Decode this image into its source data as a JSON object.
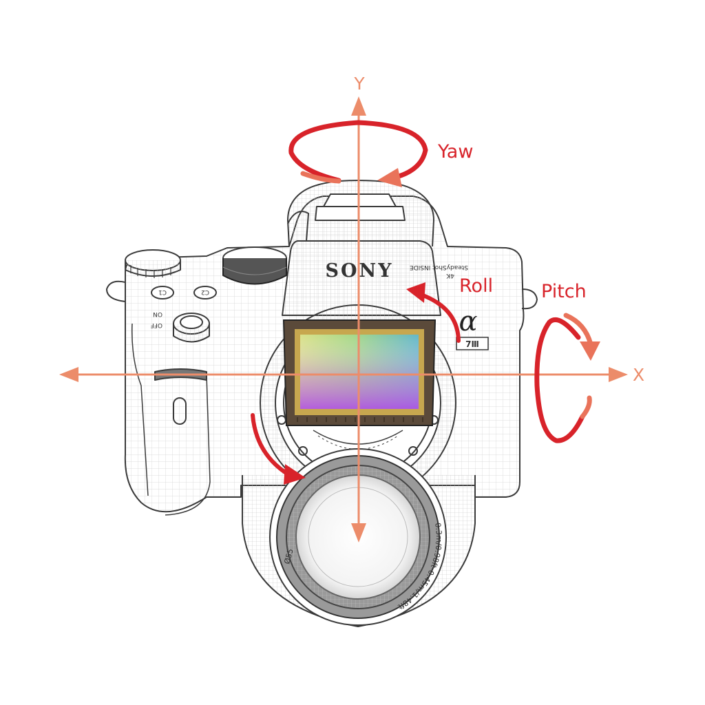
{
  "colors": {
    "axis": "#ec8c6a",
    "rotation": "#d8232a",
    "line": "#3a3a3a",
    "background": "#ffffff"
  },
  "axes": {
    "y_label": "Y",
    "x_label": "X"
  },
  "rotations": {
    "yaw_label": "Yaw",
    "roll_label": "Roll",
    "pitch_label": "Pitch"
  },
  "camera": {
    "brand": "SONY",
    "model_symbol": "α",
    "model_badge": "7Ⅲ",
    "dial_on": "ON",
    "dial_off": "OFF",
    "button_c1": "C1",
    "button_c2": "C2",
    "lens_text": "0.3m/0.98ft-0.45m/1.48ft",
    "filter_size": "Ø55",
    "side_text_1": "SteadyShot INSIDE",
    "side_text_2": "4K"
  },
  "icons": {
    "sensor": "image-sensor-icon",
    "yaw": "yaw-rotation-arrow-icon",
    "roll": "roll-rotation-arrow-icon",
    "pitch": "pitch-rotation-arrow-icon"
  }
}
